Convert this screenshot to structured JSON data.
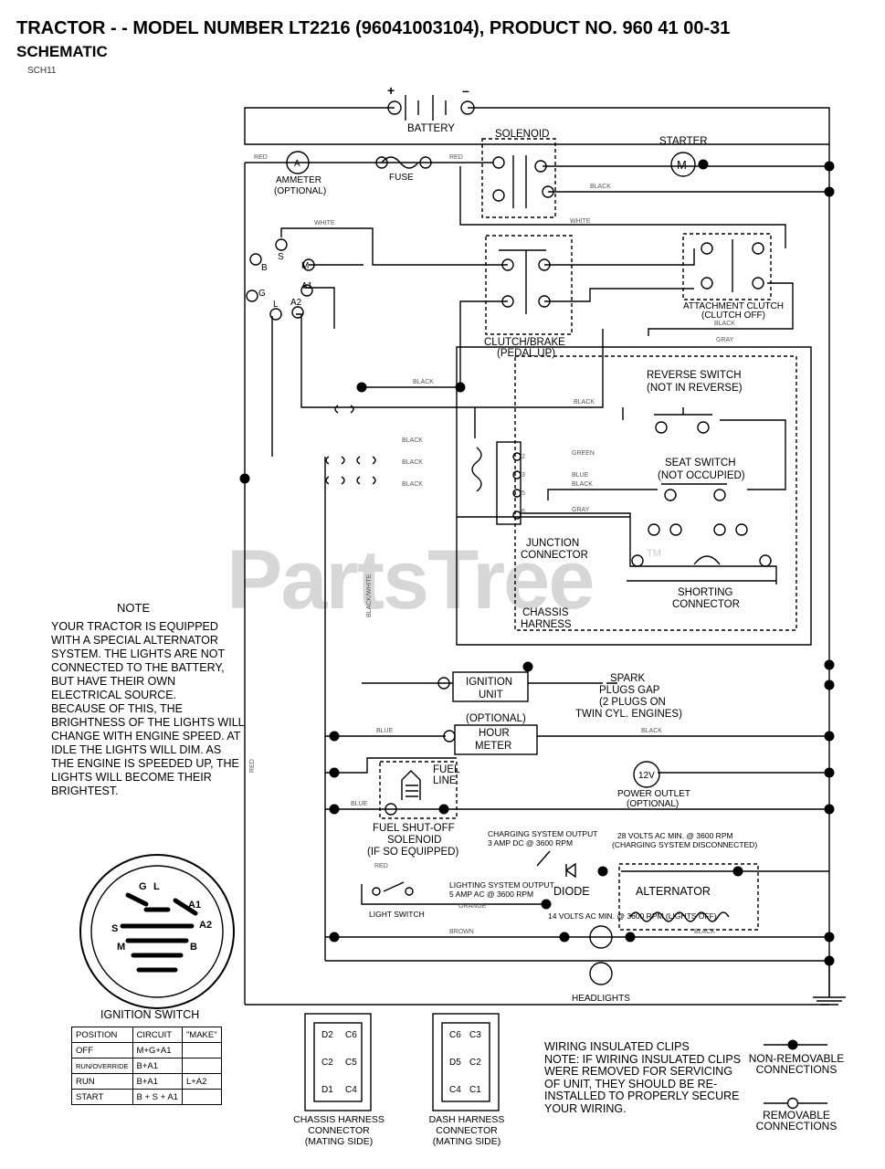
{
  "header": {
    "title": "TRACTOR - - MODEL NUMBER LT2216 (96041003104), PRODUCT NO. 960 41 00-31",
    "subtitle": "SCHEMATIC",
    "code": "SCH11"
  },
  "watermark": {
    "text": "PartsTree",
    "tm": "TM"
  },
  "components": {
    "plus": "+",
    "minus": "–",
    "battery": "BATTERY",
    "solenoid": "SOLENOID",
    "starter": "STARTER",
    "starter_symbol": "M",
    "ammeter_symbol": "A",
    "ammeter": "AMMETER",
    "ammeter_opt": "(OPTIONAL)",
    "fuse": "FUSE",
    "clutch_brake": "CLUTCH/BRAKE",
    "clutch_brake_state": "(PEDAL UP)",
    "attachment_clutch": "ATTACHMENT CLUTCH",
    "attachment_clutch_state": "(CLUTCH OFF)",
    "reverse_switch": "REVERSE SWITCH",
    "reverse_switch_state": "(NOT IN REVERSE)",
    "seat_switch": "SEAT SWITCH",
    "seat_switch_state": "(NOT OCCUPIED)",
    "junction": "JUNCTION",
    "junction2": "CONNECTOR",
    "shorting": "SHORTING",
    "shorting2": "CONNECTOR",
    "chassis": "CHASSIS",
    "chassis2": "HARNESS",
    "ignition_unit": "IGNITION",
    "ignition_unit2": "UNIT",
    "spark_plugs": "SPARK",
    "spark_plugs2": "PLUGS GAP",
    "spark_plugs3": "(2 PLUGS ON",
    "spark_plugs4": "TWIN CYL. ENGINES)",
    "hour_meter_opt": "(OPTIONAL)",
    "hour_meter": "HOUR",
    "hour_meter2": "METER",
    "fuel_line": "FUEL",
    "fuel_line2": "LINE",
    "power_outlet_symbol": "12V",
    "power_outlet": "POWER OUTLET",
    "power_outlet_opt": "(OPTIONAL)",
    "fuel_solenoid": "FUEL SHUT-OFF",
    "fuel_solenoid2": "SOLENOID",
    "fuel_solenoid3": "(IF SO EQUIPPED)",
    "charging_output": "CHARGING SYSTEM OUTPUT",
    "charging_output2": "3 AMP DC @ 3600 RPM",
    "volts28": "28 VOLTS AC MIN. @ 3600 RPM",
    "volts28b": "(CHARGING SYSTEM DISCONNECTED)",
    "lighting_output": "LIGHTING SYSTEM OUTPUT",
    "lighting_output2": "5 AMP AC @ 3600 RPM",
    "diode": "DIODE",
    "alternator": "ALTERNATOR",
    "volts14": "14 VOLTS AC MIN. @ 3600 RPM (LIGHTS OFF)",
    "light_switch": "LIGHT SWITCH",
    "headlights": "HEADLIGHTS",
    "term_b": "B",
    "term_s": "S",
    "term_m": "M",
    "term_a1": "A1",
    "term_g": "G",
    "term_l": "L",
    "term_a2": "A2",
    "jc1": "2",
    "jc2": "3",
    "jc3": "5",
    "jc4": "6"
  },
  "wires": {
    "red": "RED",
    "black": "BLACK",
    "white": "WHITE",
    "blue": "BLUE",
    "brown": "BROWN",
    "orange": "ORANGE",
    "gray": "GRAY",
    "green": "GREEN",
    "black_white": "BLACK/WHITE"
  },
  "note": {
    "heading": "NOTE",
    "p1": "YOUR TRACTOR IS EQUIPPED WITH A SPECIAL ALTERNATOR SYSTEM. THE LIGHTS ARE NOT CONNECTED TO THE BATTERY, BUT HAVE THEIR OWN ELECTRICAL SOURCE.",
    "p2": "BECAUSE OF THIS, THE BRIGHTNESS OF THE LIGHTS WILL CHANGE WITH ENGINE SPEED. AT IDLE THE LIGHTS WILL DIM. AS THE ENGINE IS SPEEDED UP, THE LIGHTS WILL BECOME THEIR BRIGHTEST."
  },
  "ignition_switch": {
    "title": "IGNITION SWITCH",
    "face_g": "G",
    "face_l": "L",
    "face_a1": "A1",
    "face_s": "S",
    "face_a2": "A2",
    "face_m": "M",
    "face_b": "B",
    "headers": [
      "POSITION",
      "CIRCUIT",
      "\"MAKE\""
    ],
    "rows": [
      [
        "OFF",
        "M+G+A1",
        ""
      ],
      [
        "RUN/OVERRIDE",
        "B+A1",
        ""
      ],
      [
        "RUN",
        "B+A1",
        "L+A2"
      ],
      [
        "START",
        "B + S + A1",
        ""
      ]
    ]
  },
  "connectors": {
    "chassis_caption": [
      "CHASSIS HARNESS",
      "CONNECTOR",
      "(MATING SIDE)"
    ],
    "dash_caption": [
      "DASH HARNESS",
      "CONNECTOR",
      "(MATING SIDE)"
    ],
    "chassis_pins": [
      "D2",
      "C6",
      "C2",
      "C5",
      "D1",
      "C4"
    ],
    "dash_pins": [
      "C6",
      "C3",
      "D5",
      "C2",
      "C4",
      "C1"
    ]
  },
  "wiring_note": {
    "heading": "WIRING INSULATED CLIPS",
    "text": "NOTE: IF WIRING INSULATED CLIPS WERE REMOVED FOR SERVICING OF UNIT, THEY SHOULD BE RE-INSTALLED TO PROPERLY SECURE YOUR WIRING."
  },
  "legend": {
    "nonremovable": [
      "NON-REMOVABLE",
      "CONNECTIONS"
    ],
    "removable": [
      "REMOVABLE",
      "CONNECTIONS"
    ]
  }
}
